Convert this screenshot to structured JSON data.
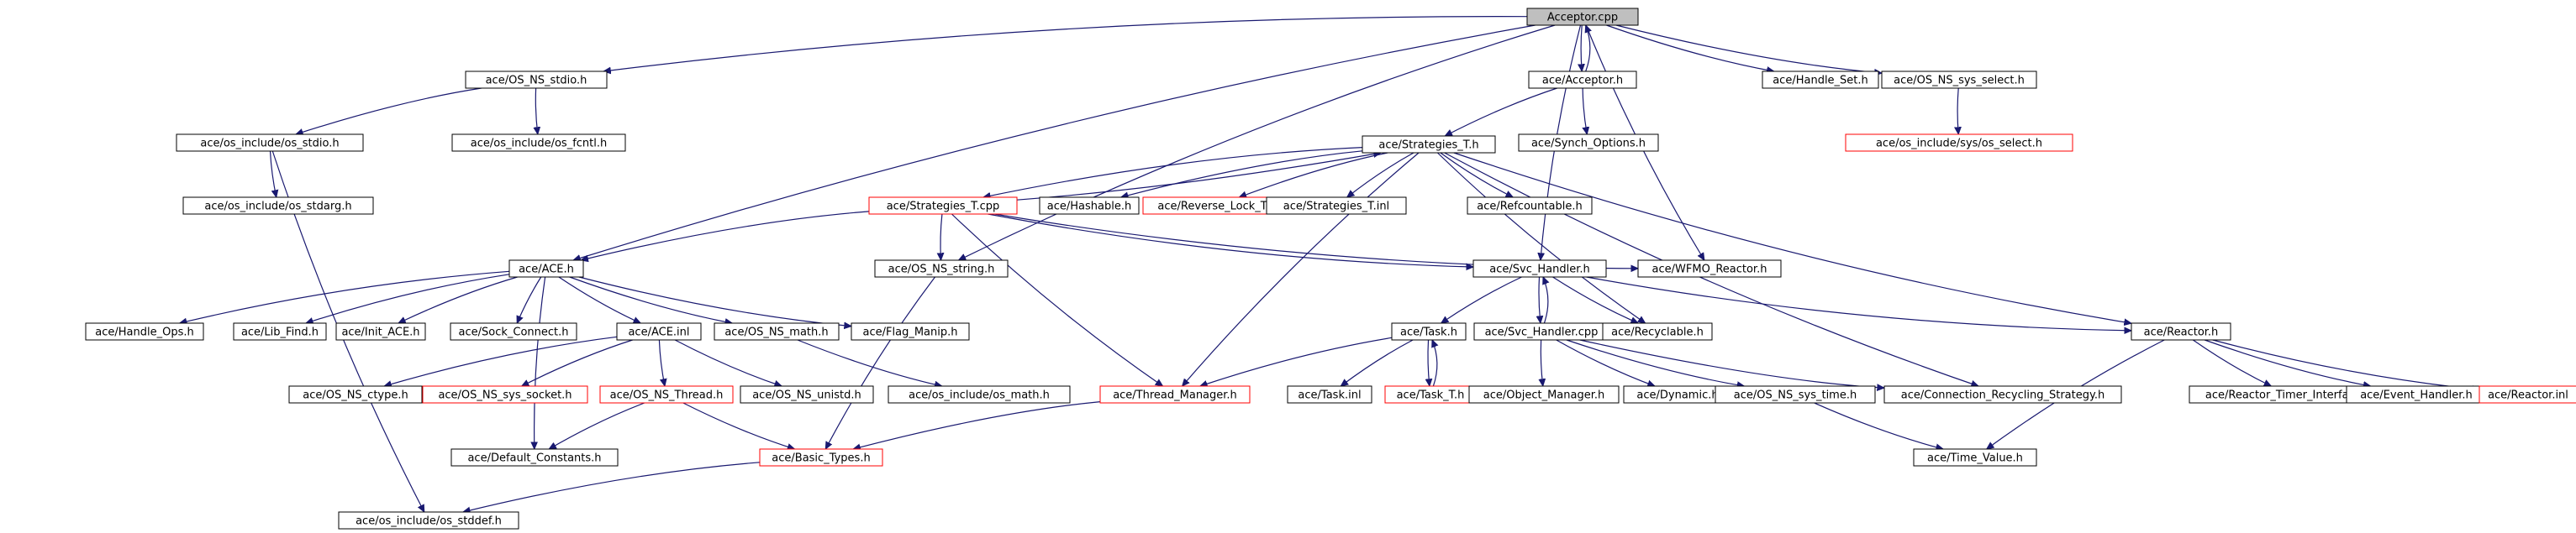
{
  "graph": {
    "root": "Acceptor.cpp",
    "colors": {
      "edge": "#191970",
      "normal_border": "#000000",
      "missing_border": "#ff0000",
      "root_fill": "#bfbfbf",
      "fill": "#ffffff"
    },
    "nodes": [
      {
        "id": "acceptor_cpp",
        "label": "Acceptor.cpp",
        "style": "root"
      },
      {
        "id": "os_ns_stdio",
        "label": "ace/OS_NS_stdio.h",
        "style": "normal"
      },
      {
        "id": "acceptor_h",
        "label": "ace/Acceptor.h",
        "style": "normal"
      },
      {
        "id": "handle_set",
        "label": "ace/Handle_Set.h",
        "style": "normal"
      },
      {
        "id": "os_ns_sys_select",
        "label": "ace/OS_NS_sys_select.h",
        "style": "normal"
      },
      {
        "id": "os_stdio",
        "label": "ace/os_include/os_stdio.h",
        "style": "normal"
      },
      {
        "id": "os_fcntl",
        "label": "ace/os_include/os_fcntl.h",
        "style": "normal"
      },
      {
        "id": "strategies_t_h",
        "label": "ace/Strategies_T.h",
        "style": "normal"
      },
      {
        "id": "synch_options",
        "label": "ace/Synch_Options.h",
        "style": "normal"
      },
      {
        "id": "os_select",
        "label": "ace/os_include/sys/os_select.h",
        "style": "missing"
      },
      {
        "id": "os_stdarg",
        "label": "ace/os_include/os_stdarg.h",
        "style": "normal"
      },
      {
        "id": "strategies_t_cpp",
        "label": "ace/Strategies_T.cpp",
        "style": "missing"
      },
      {
        "id": "hashable",
        "label": "ace/Hashable.h",
        "style": "normal"
      },
      {
        "id": "reverse_lock",
        "label": "ace/Reverse_Lock_T.h",
        "style": "missing"
      },
      {
        "id": "strategies_t_inl",
        "label": "ace/Strategies_T.inl",
        "style": "normal"
      },
      {
        "id": "refcountable",
        "label": "ace/Refcountable.h",
        "style": "normal"
      },
      {
        "id": "ace_h",
        "label": "ace/ACE.h",
        "style": "normal"
      },
      {
        "id": "os_ns_string",
        "label": "ace/OS_NS_string.h",
        "style": "normal"
      },
      {
        "id": "svc_handler_h",
        "label": "ace/Svc_Handler.h",
        "style": "normal"
      },
      {
        "id": "wfmo_reactor",
        "label": "ace/WFMO_Reactor.h",
        "style": "normal"
      },
      {
        "id": "handle_ops",
        "label": "ace/Handle_Ops.h",
        "style": "normal"
      },
      {
        "id": "lib_find",
        "label": "ace/Lib_Find.h",
        "style": "normal"
      },
      {
        "id": "init_ace",
        "label": "ace/Init_ACE.h",
        "style": "normal"
      },
      {
        "id": "sock_connect",
        "label": "ace/Sock_Connect.h",
        "style": "normal"
      },
      {
        "id": "os_ns_math",
        "label": "ace/OS_NS_math.h",
        "style": "normal"
      },
      {
        "id": "flag_manip",
        "label": "ace/Flag_Manip.h",
        "style": "normal"
      },
      {
        "id": "task_h",
        "label": "ace/Task.h",
        "style": "normal"
      },
      {
        "id": "svc_handler_cpp",
        "label": "ace/Svc_Handler.cpp",
        "style": "normal"
      },
      {
        "id": "recyclable",
        "label": "ace/Recyclable.h",
        "style": "normal"
      },
      {
        "id": "reactor_h",
        "label": "ace/Reactor.h",
        "style": "normal"
      },
      {
        "id": "ace_inl",
        "label": "ace/ACE.inl",
        "style": "normal"
      },
      {
        "id": "os_ns_ctype",
        "label": "ace/OS_NS_ctype.h",
        "style": "normal"
      },
      {
        "id": "os_ns_sys_socket",
        "label": "ace/OS_NS_sys_socket.h",
        "style": "missing"
      },
      {
        "id": "os_ns_thread",
        "label": "ace/OS_NS_Thread.h",
        "style": "missing"
      },
      {
        "id": "os_ns_unistd",
        "label": "ace/OS_NS_unistd.h",
        "style": "normal"
      },
      {
        "id": "os_math",
        "label": "ace/os_include/os_math.h",
        "style": "normal"
      },
      {
        "id": "thread_manager",
        "label": "ace/Thread_Manager.h",
        "style": "missing"
      },
      {
        "id": "task_inl",
        "label": "ace/Task.inl",
        "style": "normal"
      },
      {
        "id": "task_t_h",
        "label": "ace/Task_T.h",
        "style": "missing"
      },
      {
        "id": "object_manager",
        "label": "ace/Object_Manager.h",
        "style": "normal"
      },
      {
        "id": "dynamic",
        "label": "ace/Dynamic.h",
        "style": "normal"
      },
      {
        "id": "os_ns_sys_time",
        "label": "ace/OS_NS_sys_time.h",
        "style": "normal"
      },
      {
        "id": "conn_recycling",
        "label": "ace/Connection_Recycling_Strategy.h",
        "style": "normal"
      },
      {
        "id": "reactor_timer",
        "label": "ace/Reactor_Timer_Interface.h",
        "style": "normal"
      },
      {
        "id": "event_handler",
        "label": "ace/Event_Handler.h",
        "style": "normal"
      },
      {
        "id": "reactor_inl",
        "label": "ace/Reactor.inl",
        "style": "missing"
      },
      {
        "id": "default_constants",
        "label": "ace/Default_Constants.h",
        "style": "normal"
      },
      {
        "id": "basic_types",
        "label": "ace/Basic_Types.h",
        "style": "missing"
      },
      {
        "id": "time_value",
        "label": "ace/Time_Value.h",
        "style": "normal"
      },
      {
        "id": "os_stddef",
        "label": "ace/os_include/os_stddef.h",
        "style": "normal"
      }
    ],
    "edges": [
      [
        "acceptor_cpp",
        "os_ns_stdio"
      ],
      [
        "acceptor_cpp",
        "acceptor_h"
      ],
      [
        "acceptor_cpp",
        "handle_set"
      ],
      [
        "acceptor_cpp",
        "os_ns_sys_select"
      ],
      [
        "acceptor_cpp",
        "ace_h"
      ],
      [
        "acceptor_cpp",
        "os_ns_string"
      ],
      [
        "acceptor_cpp",
        "svc_handler_h"
      ],
      [
        "acceptor_cpp",
        "wfmo_reactor"
      ],
      [
        "acceptor_h",
        "acceptor_cpp"
      ],
      [
        "acceptor_h",
        "strategies_t_h"
      ],
      [
        "acceptor_h",
        "synch_options"
      ],
      [
        "os_ns_stdio",
        "os_stdio"
      ],
      [
        "os_ns_stdio",
        "os_fcntl"
      ],
      [
        "os_ns_sys_select",
        "os_select"
      ],
      [
        "os_stdio",
        "os_stdarg"
      ],
      [
        "os_stdio",
        "os_stddef"
      ],
      [
        "strategies_t_h",
        "strategies_t_cpp"
      ],
      [
        "strategies_t_h",
        "hashable"
      ],
      [
        "strategies_t_h",
        "reverse_lock"
      ],
      [
        "strategies_t_h",
        "strategies_t_inl"
      ],
      [
        "strategies_t_h",
        "refcountable"
      ],
      [
        "strategies_t_h",
        "recyclable"
      ],
      [
        "strategies_t_h",
        "thread_manager"
      ],
      [
        "strategies_t_h",
        "reactor_h"
      ],
      [
        "strategies_t_h",
        "conn_recycling"
      ],
      [
        "strategies_t_cpp",
        "strategies_t_h"
      ],
      [
        "strategies_t_cpp",
        "ace_h"
      ],
      [
        "strategies_t_cpp",
        "os_ns_string"
      ],
      [
        "strategies_t_cpp",
        "svc_handler_h"
      ],
      [
        "strategies_t_cpp",
        "wfmo_reactor"
      ],
      [
        "strategies_t_cpp",
        "thread_manager"
      ],
      [
        "ace_h",
        "handle_ops"
      ],
      [
        "ace_h",
        "lib_find"
      ],
      [
        "ace_h",
        "init_ace"
      ],
      [
        "ace_h",
        "sock_connect"
      ],
      [
        "ace_h",
        "ace_inl"
      ],
      [
        "ace_h",
        "os_ns_math"
      ],
      [
        "ace_h",
        "flag_manip"
      ],
      [
        "ace_h",
        "default_constants"
      ],
      [
        "ace_inl",
        "os_ns_ctype"
      ],
      [
        "ace_inl",
        "os_ns_sys_socket"
      ],
      [
        "ace_inl",
        "os_ns_thread"
      ],
      [
        "ace_inl",
        "os_ns_unistd"
      ],
      [
        "os_ns_math",
        "os_math"
      ],
      [
        "os_ns_thread",
        "default_constants"
      ],
      [
        "os_ns_thread",
        "basic_types"
      ],
      [
        "os_ns_string",
        "basic_types"
      ],
      [
        "basic_types",
        "os_stddef"
      ],
      [
        "thread_manager",
        "basic_types"
      ],
      [
        "svc_handler_h",
        "task_h"
      ],
      [
        "svc_handler_h",
        "svc_handler_cpp"
      ],
      [
        "svc_handler_h",
        "recyclable"
      ],
      [
        "svc_handler_h",
        "reactor_h"
      ],
      [
        "svc_handler_cpp",
        "svc_handler_h"
      ],
      [
        "svc_handler_cpp",
        "object_manager"
      ],
      [
        "svc_handler_cpp",
        "dynamic"
      ],
      [
        "svc_handler_cpp",
        "os_ns_sys_time"
      ],
      [
        "svc_handler_cpp",
        "conn_recycling"
      ],
      [
        "task_h",
        "thread_manager"
      ],
      [
        "task_h",
        "task_inl"
      ],
      [
        "task_h",
        "task_t_h"
      ],
      [
        "task_t_h",
        "task_h"
      ],
      [
        "reactor_h",
        "time_value"
      ],
      [
        "reactor_h",
        "reactor_timer"
      ],
      [
        "reactor_h",
        "event_handler"
      ],
      [
        "reactor_h",
        "reactor_inl"
      ],
      [
        "os_ns_sys_time",
        "time_value"
      ]
    ]
  }
}
